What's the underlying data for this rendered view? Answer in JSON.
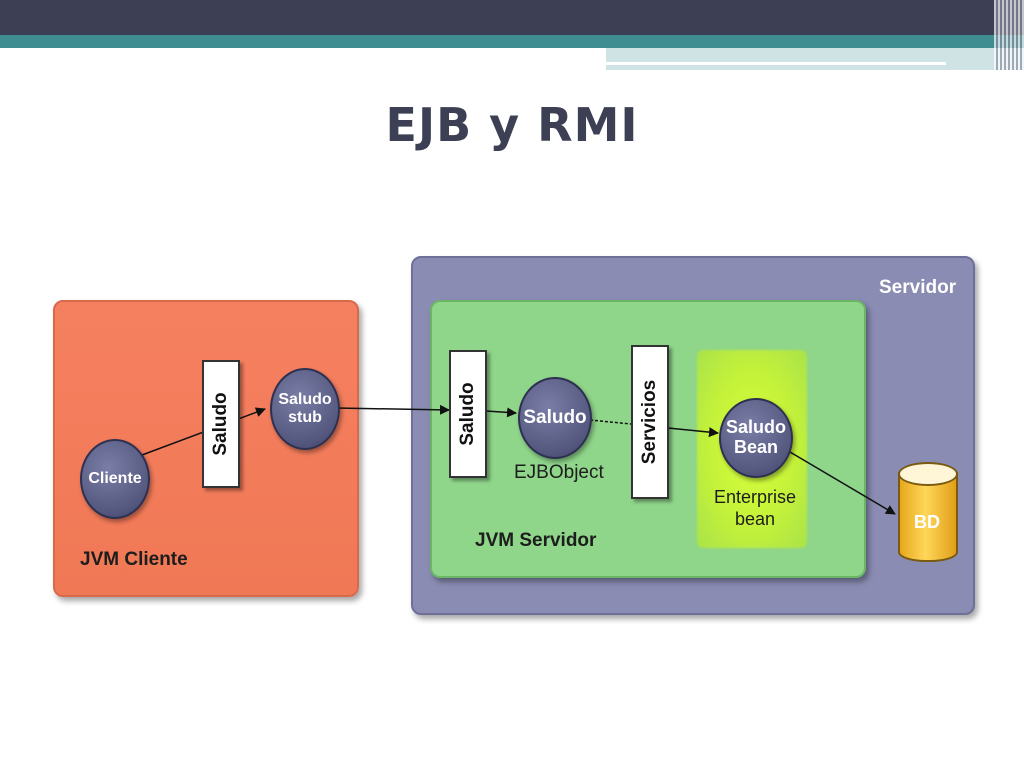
{
  "title": "EJB y RMI",
  "diagram": {
    "jvm_client_label": "JVM Cliente",
    "server_label": "Servidor",
    "jvm_server_label": "JVM Servidor",
    "client_node": "Cliente",
    "stub_node": {
      "line1": "Saludo",
      "line2": "stub"
    },
    "client_interface_bar": "Saludo",
    "server_interface_bar": "Saludo",
    "ejbobject_node": "Saludo",
    "ejbobject_caption": "EJBObject",
    "services_bar": "Servicios",
    "bean_node": {
      "line1": "Saludo",
      "line2": "Bean"
    },
    "bean_caption": {
      "line1": "Enterprise",
      "line2": "bean"
    },
    "database_label": "BD"
  },
  "colors": {
    "jvm_client": "#f07855",
    "server": "#8a8cb3",
    "jvm_server": "#8fd58a",
    "bean_highlight": "#d8ff3c",
    "database": "#ffd659",
    "nodes": "#54577e",
    "title": "#3d4054"
  }
}
